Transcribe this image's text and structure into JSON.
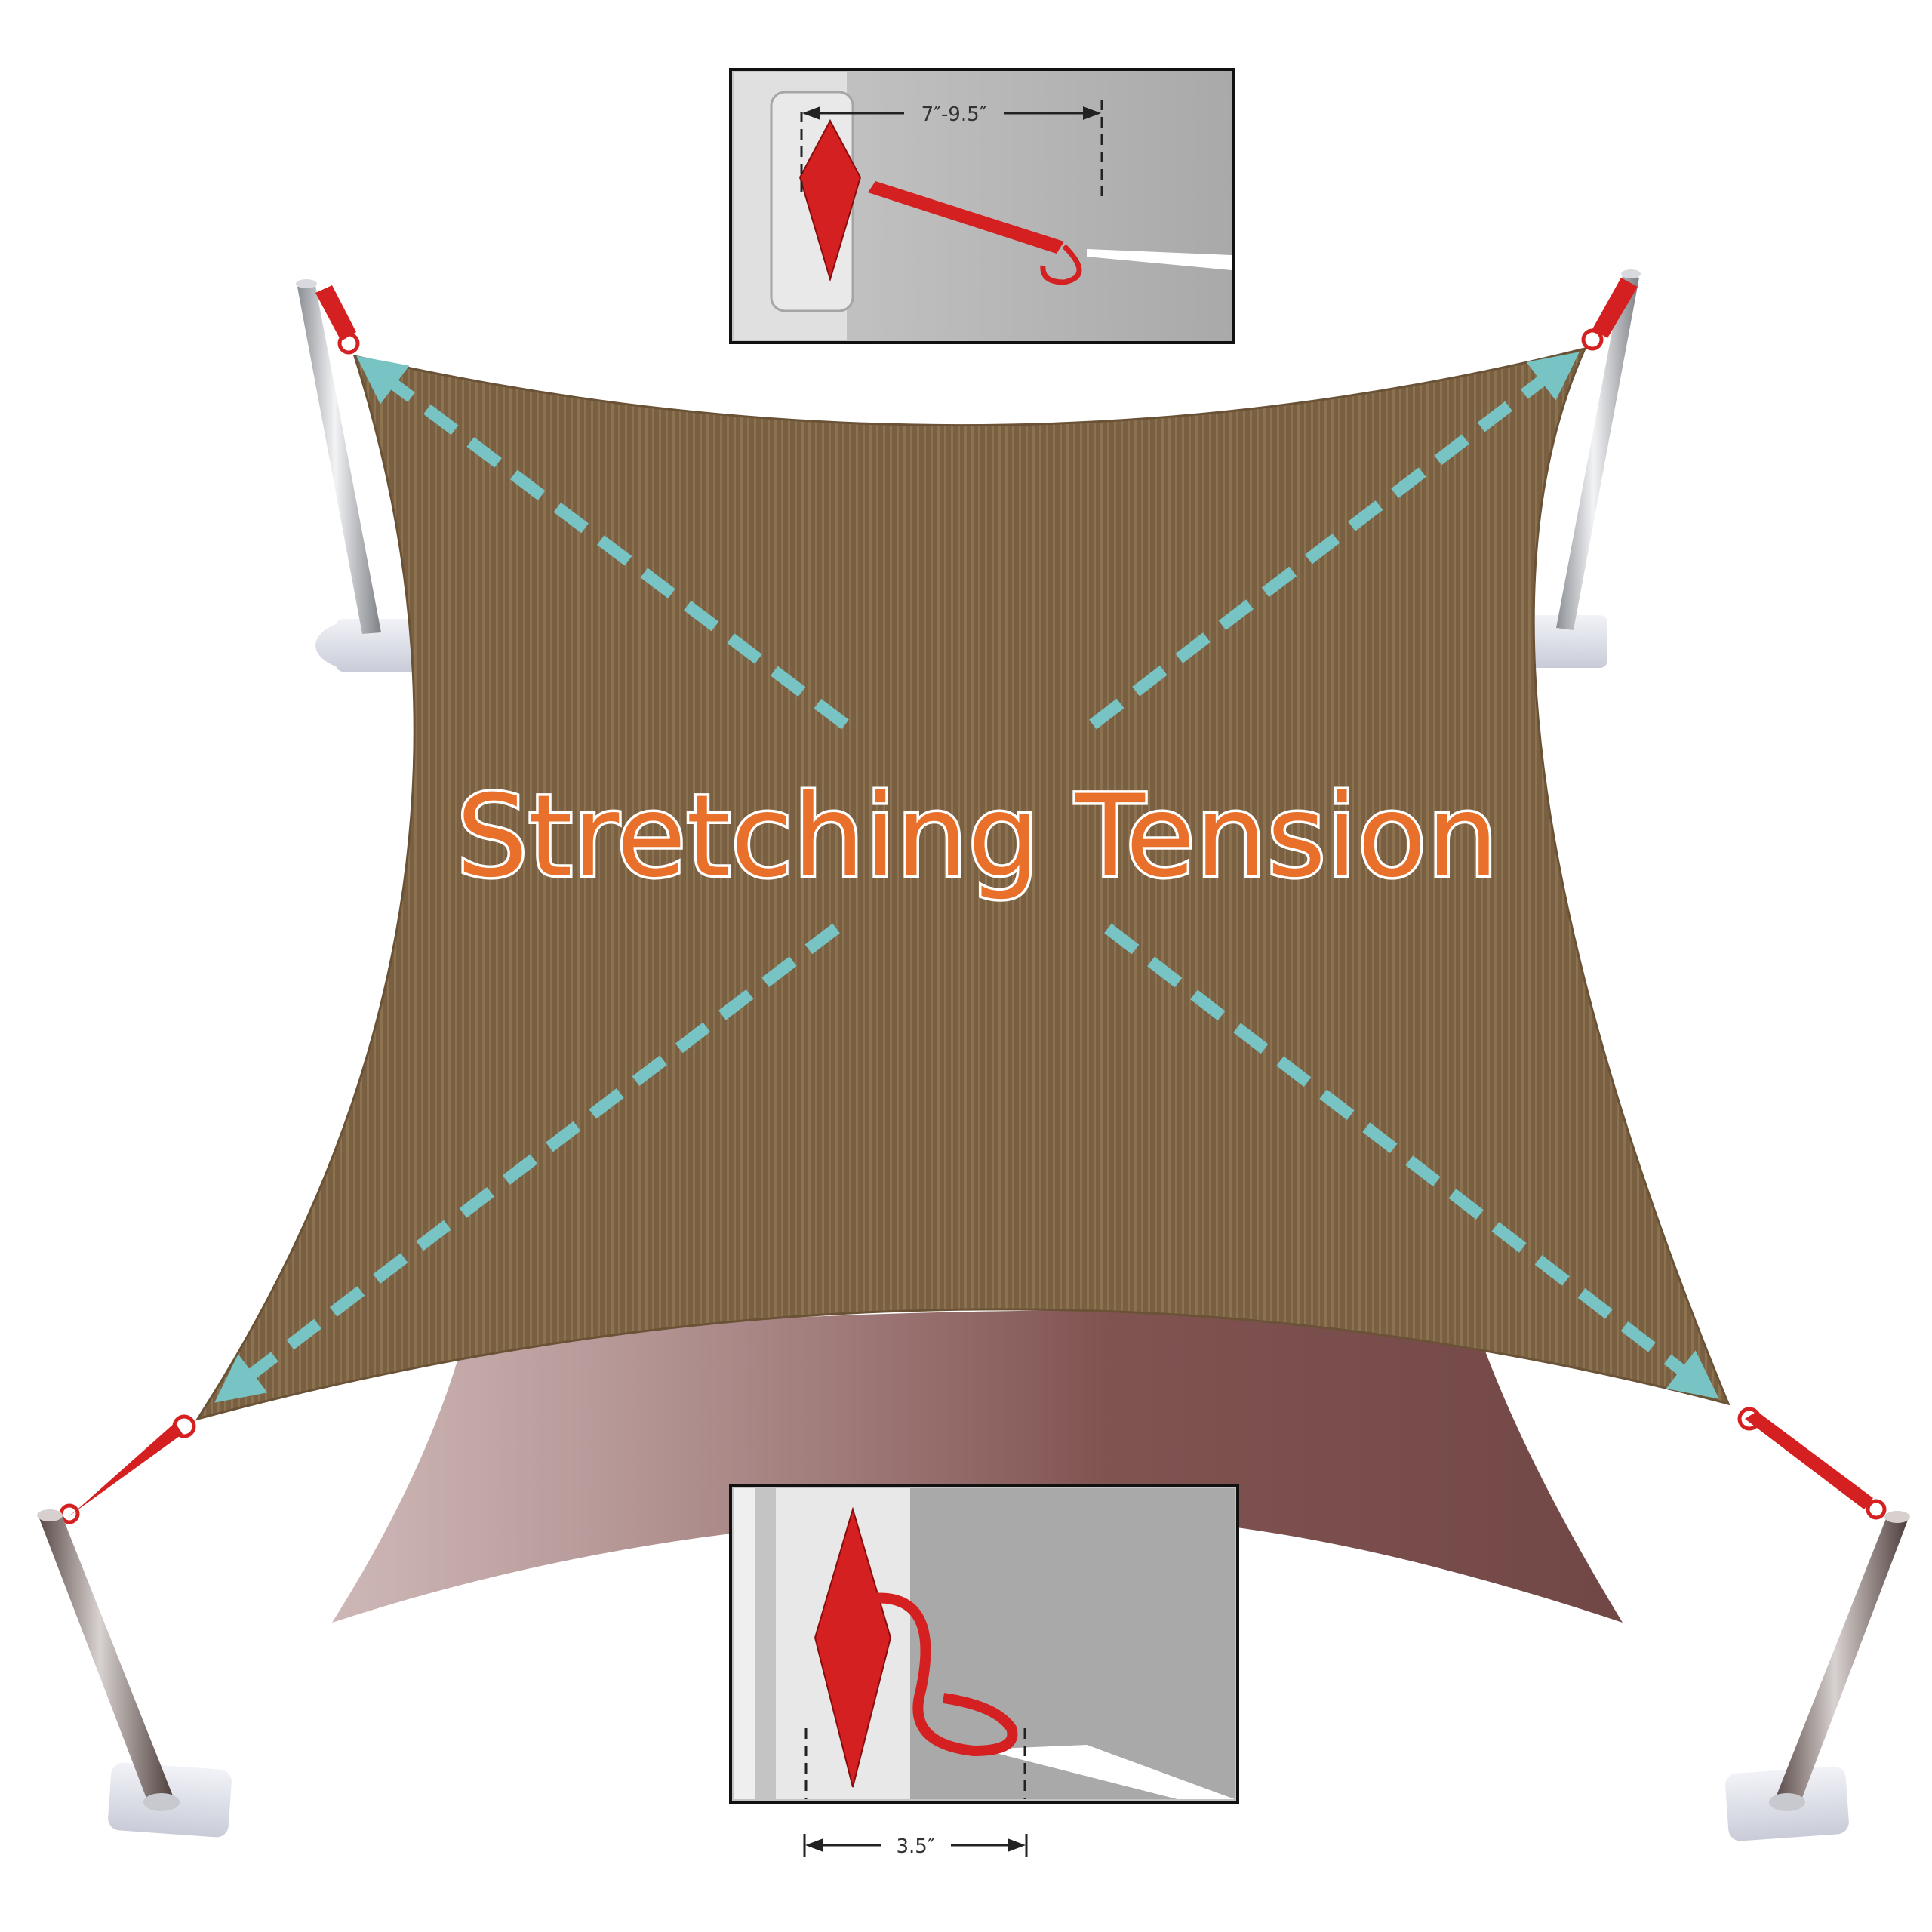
{
  "headline": "Stretching Tension",
  "top_inset": {
    "dimension_label": "7″-9.5″"
  },
  "bottom_inset": {
    "dimension_label": "3.5″"
  },
  "colors": {
    "sail": "#7a6042",
    "sail_stripe": "#8d7250",
    "shadow": "#7a4a48",
    "arrow": "#78c4c4",
    "hardware": "#d42020",
    "headline_fill": "#e8702a",
    "headline_stroke": "#ffffff",
    "pole": "#b9bcc0",
    "base": "#e4e6ee",
    "inset_bg": "#b4b4b4",
    "inset_border": "#111111"
  },
  "icons": [
    "pad-eye-icon",
    "turnbuckle-icon",
    "snap-hook-icon",
    "pole-icon",
    "base-plate-icon"
  ]
}
